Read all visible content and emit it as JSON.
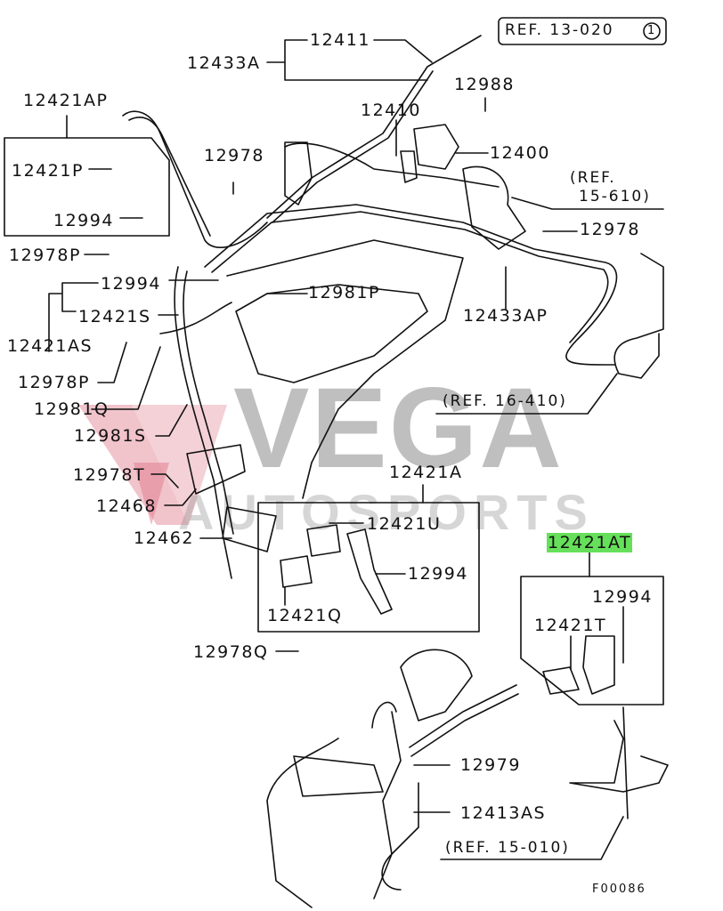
{
  "diagram": {
    "type": "exploded parts diagram",
    "subject": "engine wiring harness / control harness",
    "figure_code": "F00086",
    "highlight_color": "#66e05a",
    "watermark": {
      "brand": "VEGA",
      "sub": "AUTOSPORTS",
      "logo_color": "#e07a8c",
      "text_color": "#8c8c8c"
    },
    "part_labels": {
      "p12411": "12411",
      "p12433A": "12433A",
      "p12421AP": "12421AP",
      "p12421P": "12421P",
      "p12994_a": "12994",
      "p12978P_a": "12978P",
      "p12978_a": "12978",
      "p12410": "12410",
      "p12988": "12988",
      "p12400": "12400",
      "p12978_b": "12978",
      "p12433AP": "12433AP",
      "p12994_b": "12994",
      "p12981P": "12981P",
      "p12421S": "12421S",
      "p12421AS": "12421AS",
      "p12978P_b": "12978P",
      "p12981Q": "12981Q",
      "p12981S": "12981S",
      "p12978T": "12978T",
      "p12468": "12468",
      "p12462": "12462",
      "p12421A": "12421A",
      "p12421U": "12421U",
      "p12994_c": "12994",
      "p12421Q": "12421Q",
      "p12978Q": "12978Q",
      "p12421AT": "12421AT",
      "p12994_d": "12994",
      "p12421T": "12421T",
      "p12979": "12979",
      "p12413AS": "12413AS"
    },
    "references": {
      "ref_13_020": "REF. 13-020",
      "ref_13_020_circle": "1",
      "ref_15_610_a": "(REF.",
      "ref_15_610_b": "15-610)",
      "ref_16_410": "(REF. 16-410)",
      "ref_15_010": "(REF. 15-010)"
    }
  }
}
